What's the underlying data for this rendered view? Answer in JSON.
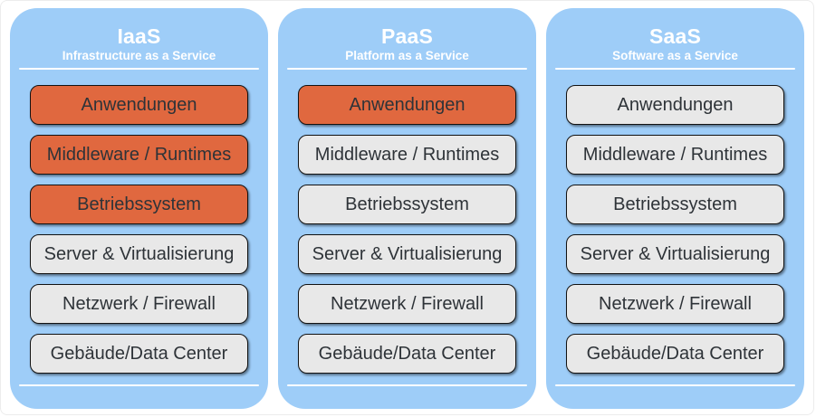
{
  "colors": {
    "column_bg": "#9ecdf8",
    "layer_highlight": "#e0683f",
    "layer_neutral": "#e8e8e8",
    "layer_border": "#121212",
    "layer_text": "#2e3338",
    "title_color": "#ffffff",
    "rule_color": "#ffffff"
  },
  "columns": [
    {
      "id": "iaas",
      "title": "IaaS",
      "subtitle": "Infrastructure as a Service",
      "layers": [
        {
          "label": "Anwendungen",
          "highlighted": true
        },
        {
          "label": "Middleware / Runtimes",
          "highlighted": true
        },
        {
          "label": "Betriebssystem",
          "highlighted": true
        },
        {
          "label": "Server & Virtualisierung",
          "highlighted": false
        },
        {
          "label": "Netzwerk / Firewall",
          "highlighted": false
        },
        {
          "label": "Gebäude/Data Center",
          "highlighted": false
        }
      ]
    },
    {
      "id": "paas",
      "title": "PaaS",
      "subtitle": "Platform as a Service",
      "layers": [
        {
          "label": "Anwendungen",
          "highlighted": true
        },
        {
          "label": "Middleware / Runtimes",
          "highlighted": false
        },
        {
          "label": "Betriebssystem",
          "highlighted": false
        },
        {
          "label": "Server & Virtualisierung",
          "highlighted": false
        },
        {
          "label": "Netzwerk / Firewall",
          "highlighted": false
        },
        {
          "label": "Gebäude/Data Center",
          "highlighted": false
        }
      ]
    },
    {
      "id": "saas",
      "title": "SaaS",
      "subtitle": "Software as a Service",
      "layers": [
        {
          "label": "Anwendungen",
          "highlighted": false
        },
        {
          "label": "Middleware / Runtimes",
          "highlighted": false
        },
        {
          "label": "Betriebssystem",
          "highlighted": false
        },
        {
          "label": "Server & Virtualisierung",
          "highlighted": false
        },
        {
          "label": "Netzwerk / Firewall",
          "highlighted": false
        },
        {
          "label": "Gebäude/Data Center",
          "highlighted": false
        }
      ]
    }
  ]
}
